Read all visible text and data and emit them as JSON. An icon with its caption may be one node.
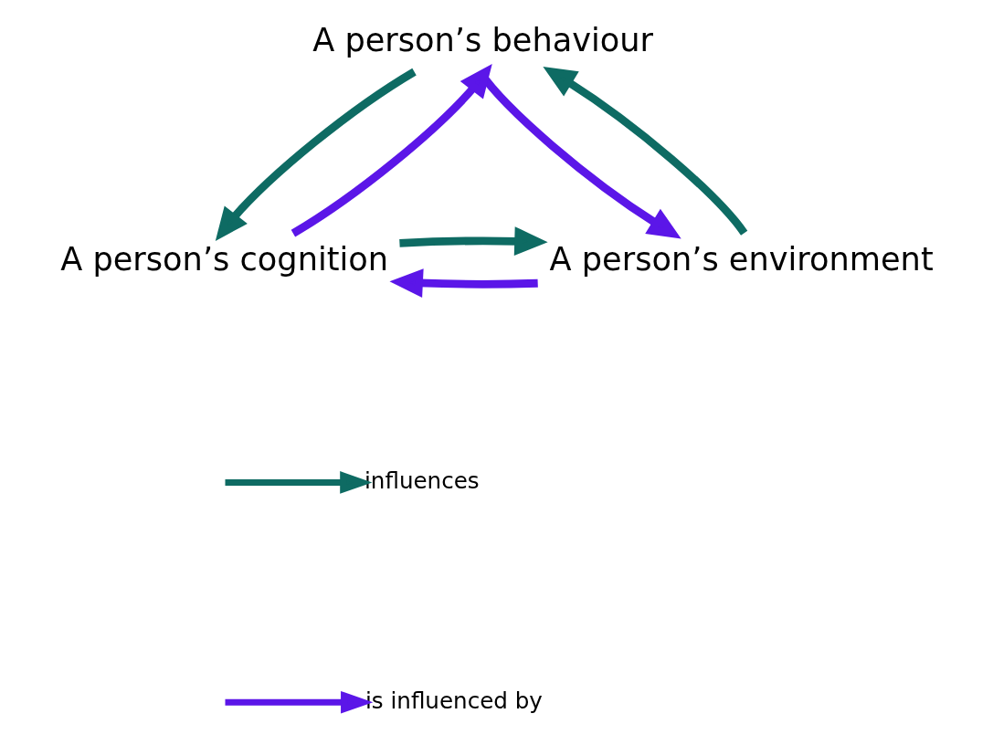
{
  "diagram": {
    "nodes": [
      {
        "text": [
          "A person’s behaviour"
        ]
      },
      {
        "text": [
          "A person’s cognition"
        ]
      },
      {
        "text": [
          "A person’s environment"
        ]
      }
    ],
    "edges": [
      {
        "from": 0,
        "to": 1,
        "arrow": "to",
        "color": "#0e6b63"
      },
      {
        "from": 1,
        "to": 0,
        "arrow": "to",
        "color": "#5b16e8"
      },
      {
        "from": 0,
        "to": 2,
        "arrow": "to",
        "color": "#5b16e8"
      },
      {
        "from": 2,
        "to": 0,
        "arrow": "to",
        "color": "#0e6b63"
      },
      {
        "from": 2,
        "to": 1,
        "arrow": "to",
        "color": "#5b16e8"
      },
      {
        "from": 1,
        "to": 2,
        "arrow": "to",
        "color": "#0e6b63"
      }
    ],
    "legend": [
      {
        "text": "influences",
        "color": "#0e6b63"
      },
      {
        "text": "is influenced by",
        "color": "#5b16e8"
      }
    ]
  }
}
